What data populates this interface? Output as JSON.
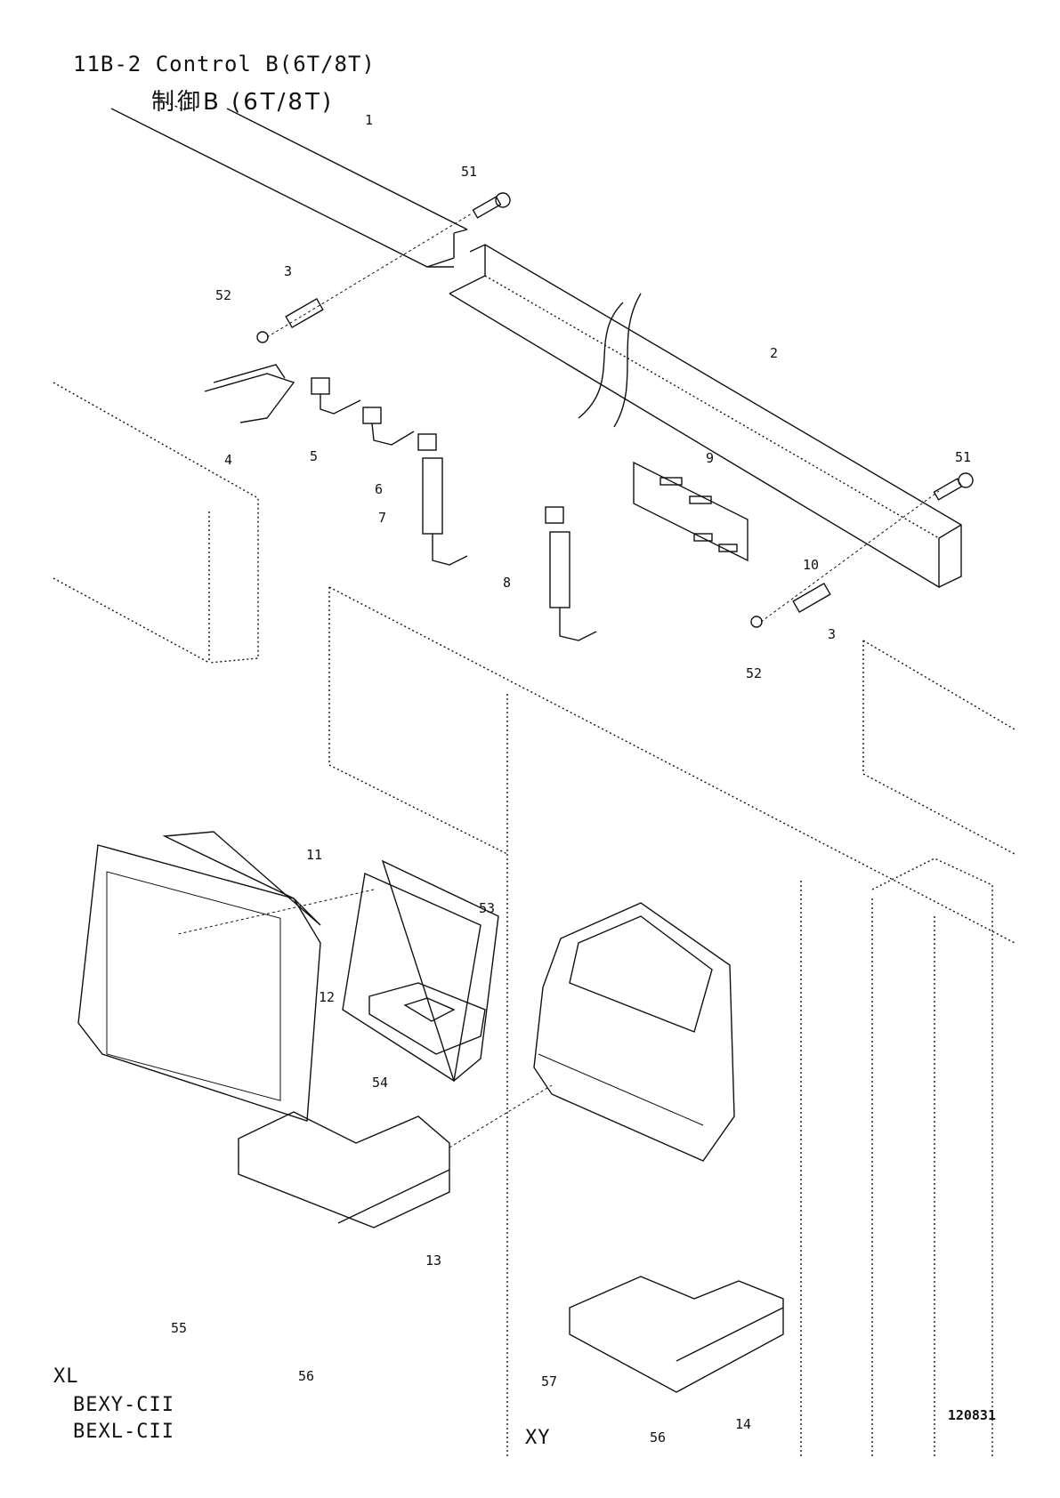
{
  "header": {
    "title_en": "11B-2  Control B(6T/8T)",
    "title_jp": "制御B (6T/8T)"
  },
  "callouts": [
    {
      "id": "c1",
      "text": "1"
    },
    {
      "id": "c2",
      "text": "2"
    },
    {
      "id": "c3a",
      "text": "3"
    },
    {
      "id": "c3b",
      "text": "3"
    },
    {
      "id": "c4",
      "text": "4"
    },
    {
      "id": "c5",
      "text": "5"
    },
    {
      "id": "c6",
      "text": "6"
    },
    {
      "id": "c7",
      "text": "7"
    },
    {
      "id": "c8",
      "text": "8"
    },
    {
      "id": "c9",
      "text": "9"
    },
    {
      "id": "c10",
      "text": "10"
    },
    {
      "id": "c11",
      "text": "11"
    },
    {
      "id": "c12",
      "text": "12"
    },
    {
      "id": "c13",
      "text": "13"
    },
    {
      "id": "c14",
      "text": "14"
    },
    {
      "id": "c51a",
      "text": "51"
    },
    {
      "id": "c51b",
      "text": "51"
    },
    {
      "id": "c52a",
      "text": "52"
    },
    {
      "id": "c52b",
      "text": "52"
    },
    {
      "id": "c53",
      "text": "53"
    },
    {
      "id": "c54",
      "text": "54"
    },
    {
      "id": "c55",
      "text": "55"
    },
    {
      "id": "c56a",
      "text": "56"
    },
    {
      "id": "c56b",
      "text": "56"
    },
    {
      "id": "c57",
      "text": "57"
    }
  ],
  "models": {
    "xl_label": "XL",
    "xl_models": [
      "BEXY-CII",
      "BEXL-CII"
    ],
    "xy_label": "XY"
  },
  "drawing_number": "120831"
}
